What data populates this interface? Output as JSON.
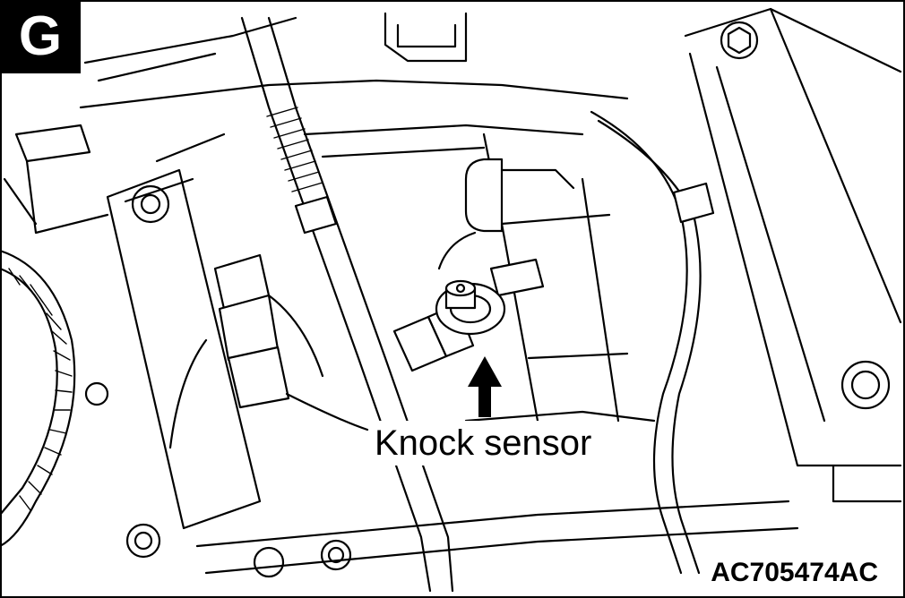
{
  "figure": {
    "view_letter": "G",
    "callout_label": "Knock sensor",
    "figure_code": "AC705474AC"
  },
  "icons": {
    "arrow": "up-arrow-icon",
    "sensor": "knock-sensor-part"
  }
}
